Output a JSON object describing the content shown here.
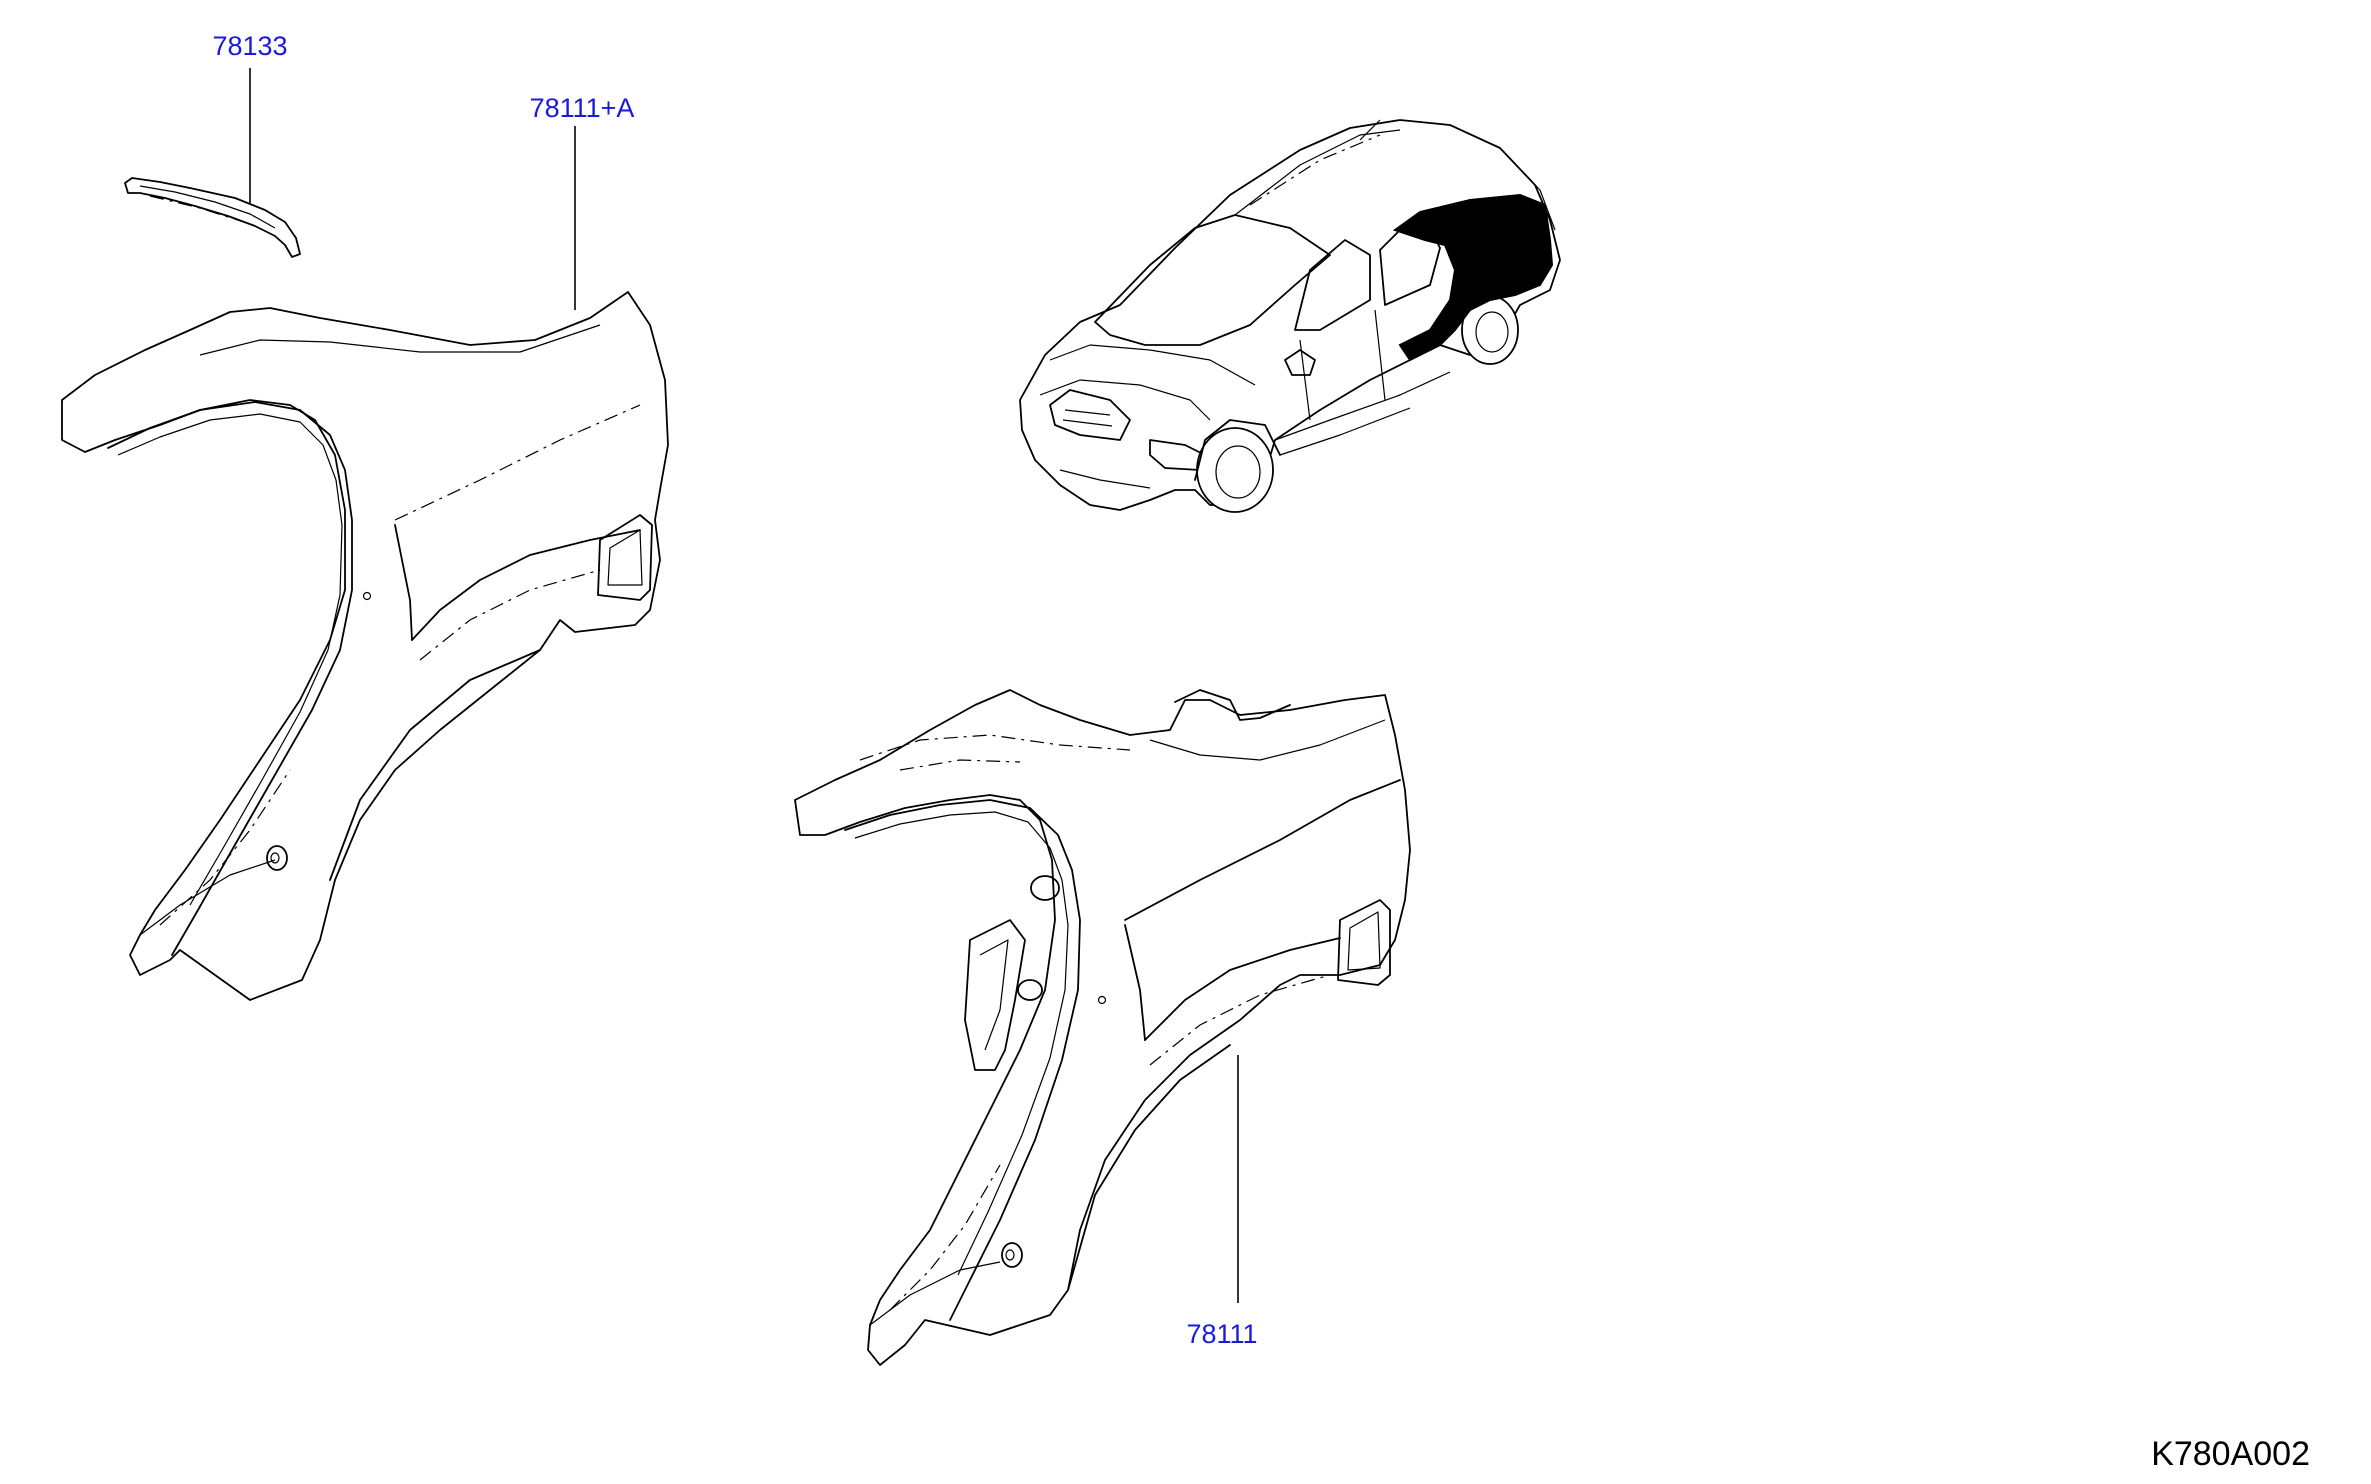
{
  "parts": [
    {
      "number": "78133"
    },
    {
      "number": "78111+A"
    },
    {
      "number": "78111"
    }
  ],
  "diagram_code": "K780A002",
  "highlight_color": "#000000",
  "callout_color": "#1a1adc",
  "icons": [
    "car-locator-icon",
    "roof-rail-strip-icon",
    "rear-fender-panel-icon"
  ]
}
